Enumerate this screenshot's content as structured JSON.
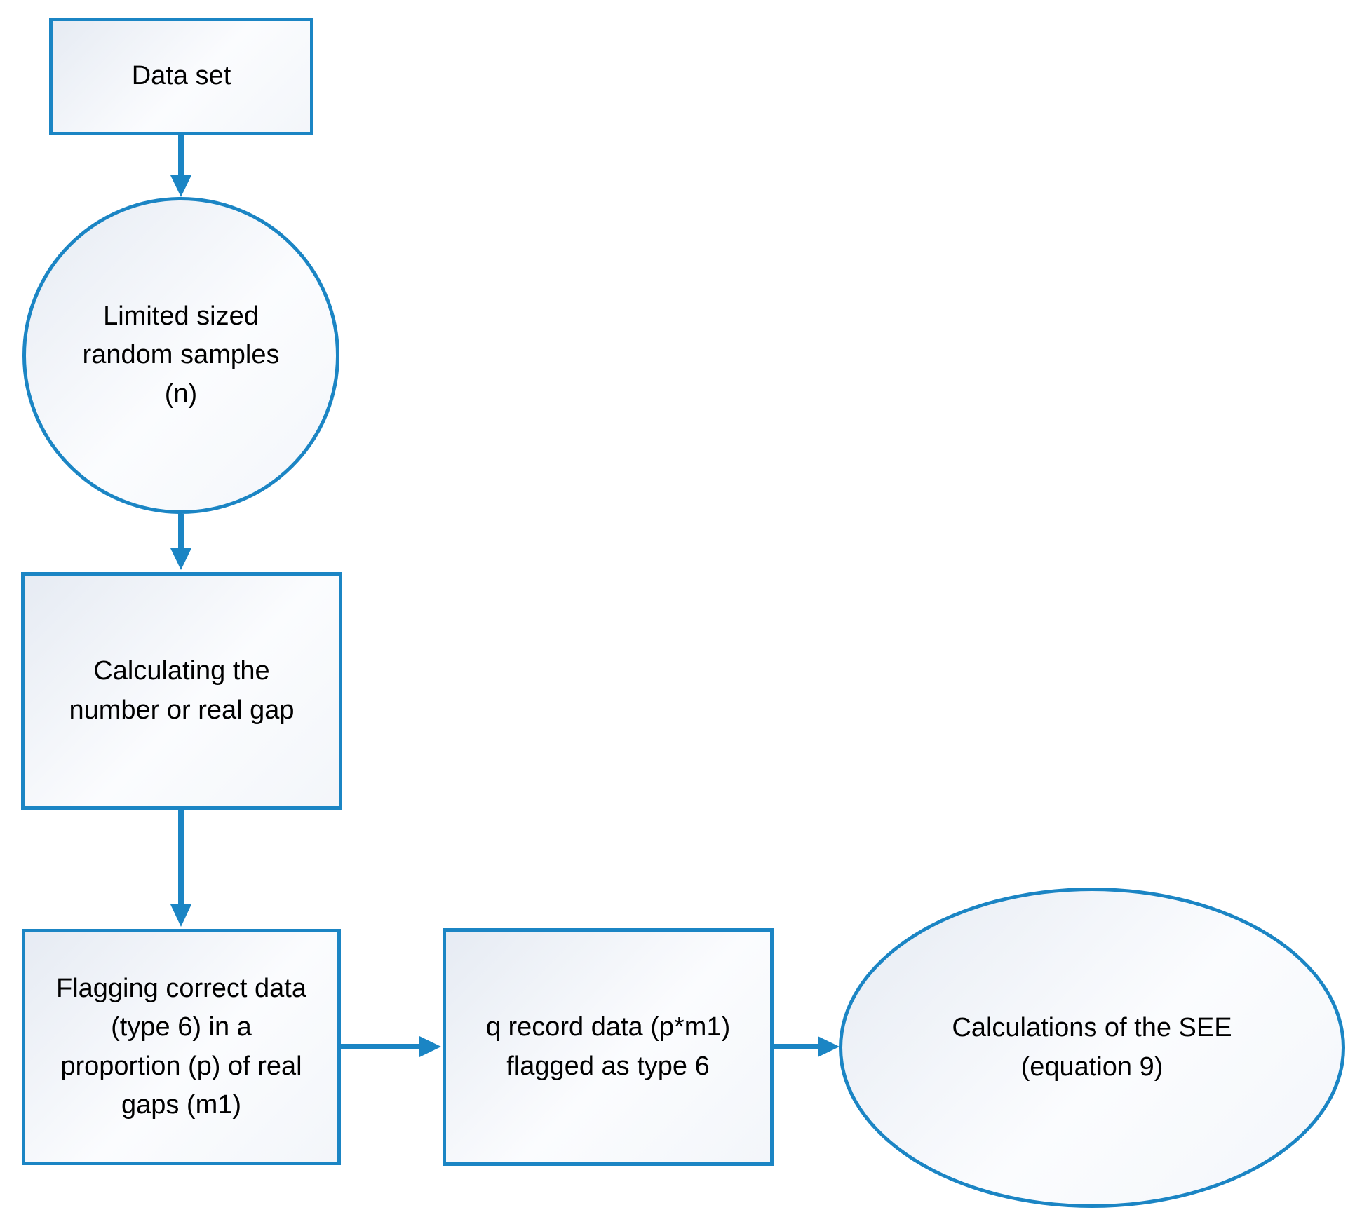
{
  "diagram": {
    "type": "flowchart",
    "background_color": "#ffffff",
    "stroke_color": "#1b85c4",
    "text_color": "#000000",
    "nodes": {
      "data_set": {
        "shape": "rectangle",
        "label": "Data set"
      },
      "samples": {
        "shape": "circle",
        "label": "Limited sized\nrandom samples\n(n)"
      },
      "calculating": {
        "shape": "rectangle",
        "label": "Calculating the\nnumber or real gap"
      },
      "flagging": {
        "shape": "rectangle",
        "label": "Flagging correct data\n(type 6) in a\nproportion (p) of real\ngaps (m1)"
      },
      "q_record": {
        "shape": "rectangle",
        "label": "q record data (p*m1)\nflagged as type 6"
      },
      "see": {
        "shape": "ellipse",
        "label": "Calculations of the SEE\n(equation 9)"
      }
    },
    "connections": [
      {
        "from": "data_set",
        "to": "samples",
        "direction": "down"
      },
      {
        "from": "samples",
        "to": "calculating",
        "direction": "down"
      },
      {
        "from": "calculating",
        "to": "flagging",
        "direction": "down"
      },
      {
        "from": "flagging",
        "to": "q_record",
        "direction": "right"
      },
      {
        "from": "q_record",
        "to": "see",
        "direction": "right"
      }
    ]
  }
}
